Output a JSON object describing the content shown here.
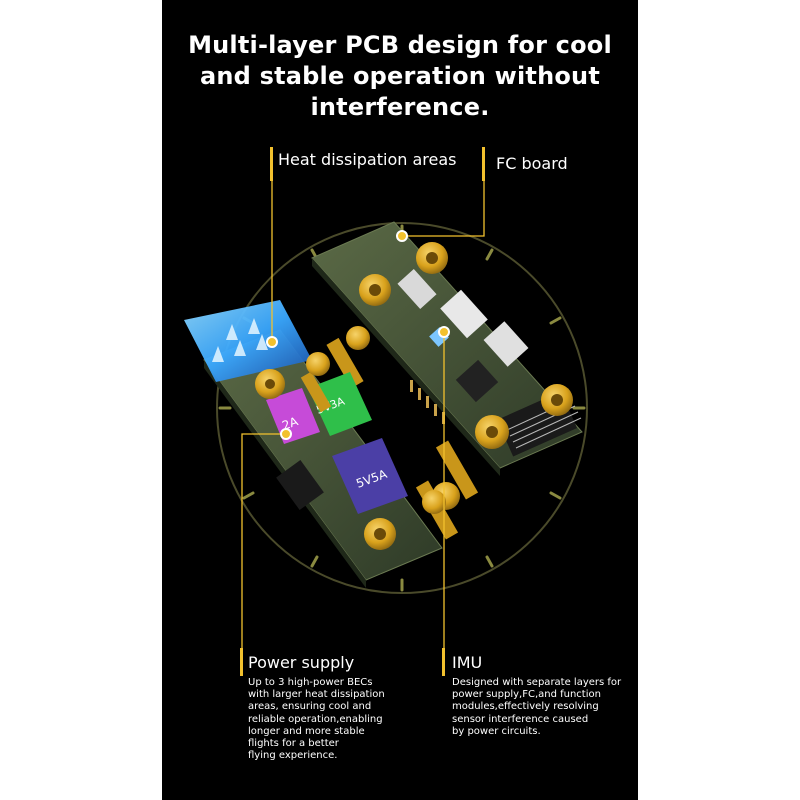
{
  "headline": {
    "line1": "Multi-layer PCB design for cool",
    "line2": "and stable operation without",
    "line3": "interference."
  },
  "callouts": {
    "heat": {
      "label": "Heat dissipation areas"
    },
    "fc": {
      "label": "FC board"
    },
    "power": {
      "label": "Power supply",
      "body": [
        "Up to 3 high-power BECs",
        "with larger heat dissipation",
        "areas, ensuring cool and",
        "reliable operation,enabling",
        "longer and more stable",
        "flights for a better",
        "flying experience."
      ]
    },
    "imu": {
      "label": "IMU",
      "body": [
        "Designed with separate layers for",
        "power supply,FC,and function",
        "modules,effectively resolving",
        "sensor interference caused",
        "by power circuits."
      ]
    }
  },
  "chips": {
    "bec1": "2A",
    "bec2": "5V3A",
    "bec3": "5V5A"
  },
  "colors": {
    "background": "#000000",
    "accent": "#f2c12e",
    "ring": "#4a4a2a",
    "board": "#3d4a33",
    "heat_glow": "#3aa8ff",
    "chip_purple_light": "#c64bd8",
    "chip_green": "#2fbf4a",
    "chip_purple_dark": "#4b3fa6"
  },
  "icons": [
    "callout-dot-icon",
    "heat-arrow-icon"
  ]
}
